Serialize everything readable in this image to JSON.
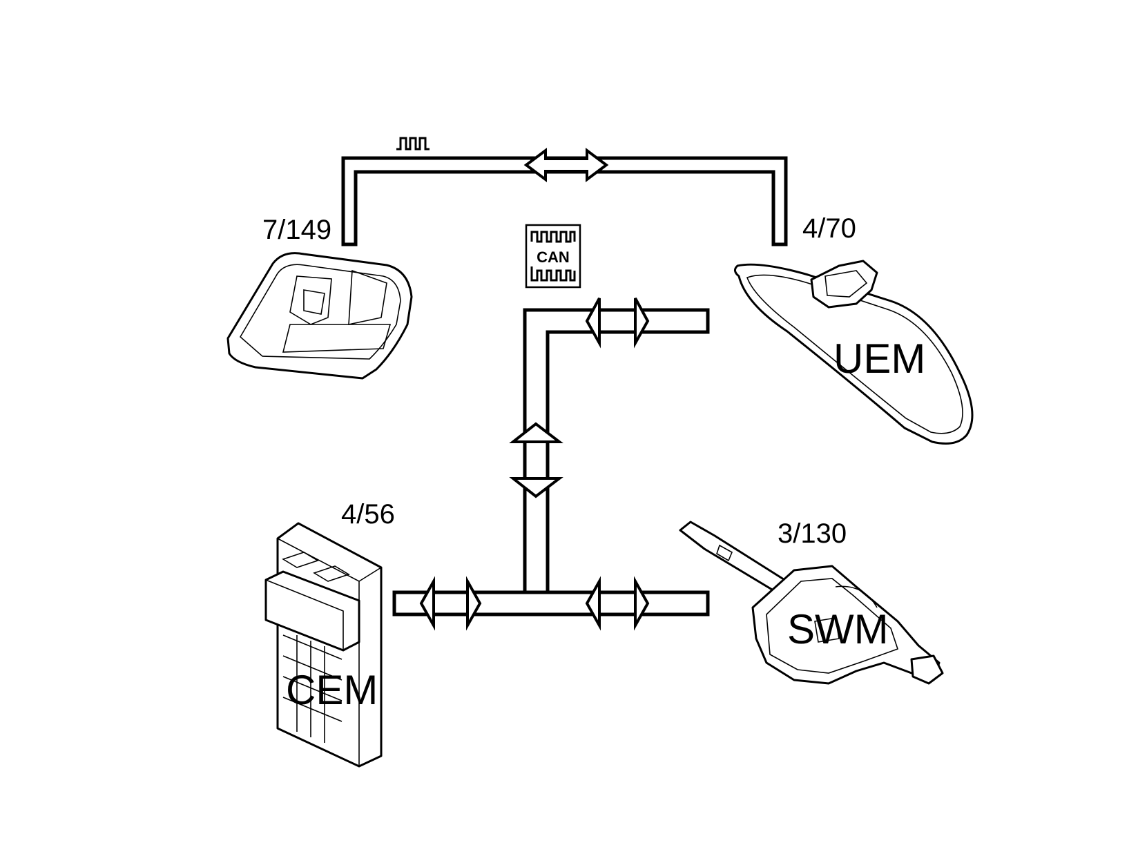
{
  "components": {
    "cem": {
      "ref": "4/56",
      "name": "CEM"
    },
    "uem": {
      "ref": "4/70",
      "name": "UEM"
    },
    "swm": {
      "ref": "3/130",
      "name": "SWM"
    },
    "roof_unit": {
      "ref": "7/149"
    }
  },
  "bus": {
    "label": "CAN"
  },
  "icons": {
    "can_symbol": "can-bus-symbol-icon",
    "lin_signal": "square-wave-signal-icon"
  }
}
